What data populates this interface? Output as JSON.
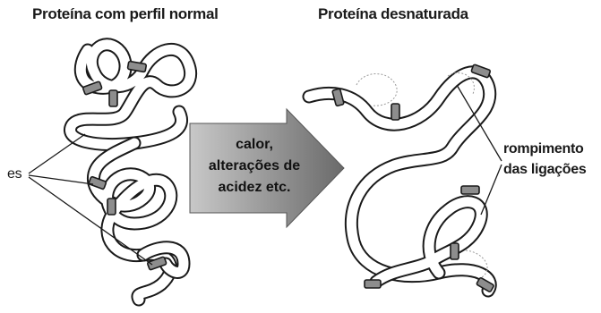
{
  "titles": {
    "normal": "Proteína com perfil normal",
    "denatured": "Proteína desnaturada"
  },
  "arrow": {
    "line1": "calor,",
    "line2": "alterações de",
    "line3": "acidez etc."
  },
  "labels": {
    "bonds_partial": "es",
    "break_line1": "rompimento",
    "break_line2": "das ligações"
  },
  "colors": {
    "arrow_fill": "#8a8a8a",
    "band_fill": "#8d8d8d",
    "ink": "#1a1a1a"
  }
}
